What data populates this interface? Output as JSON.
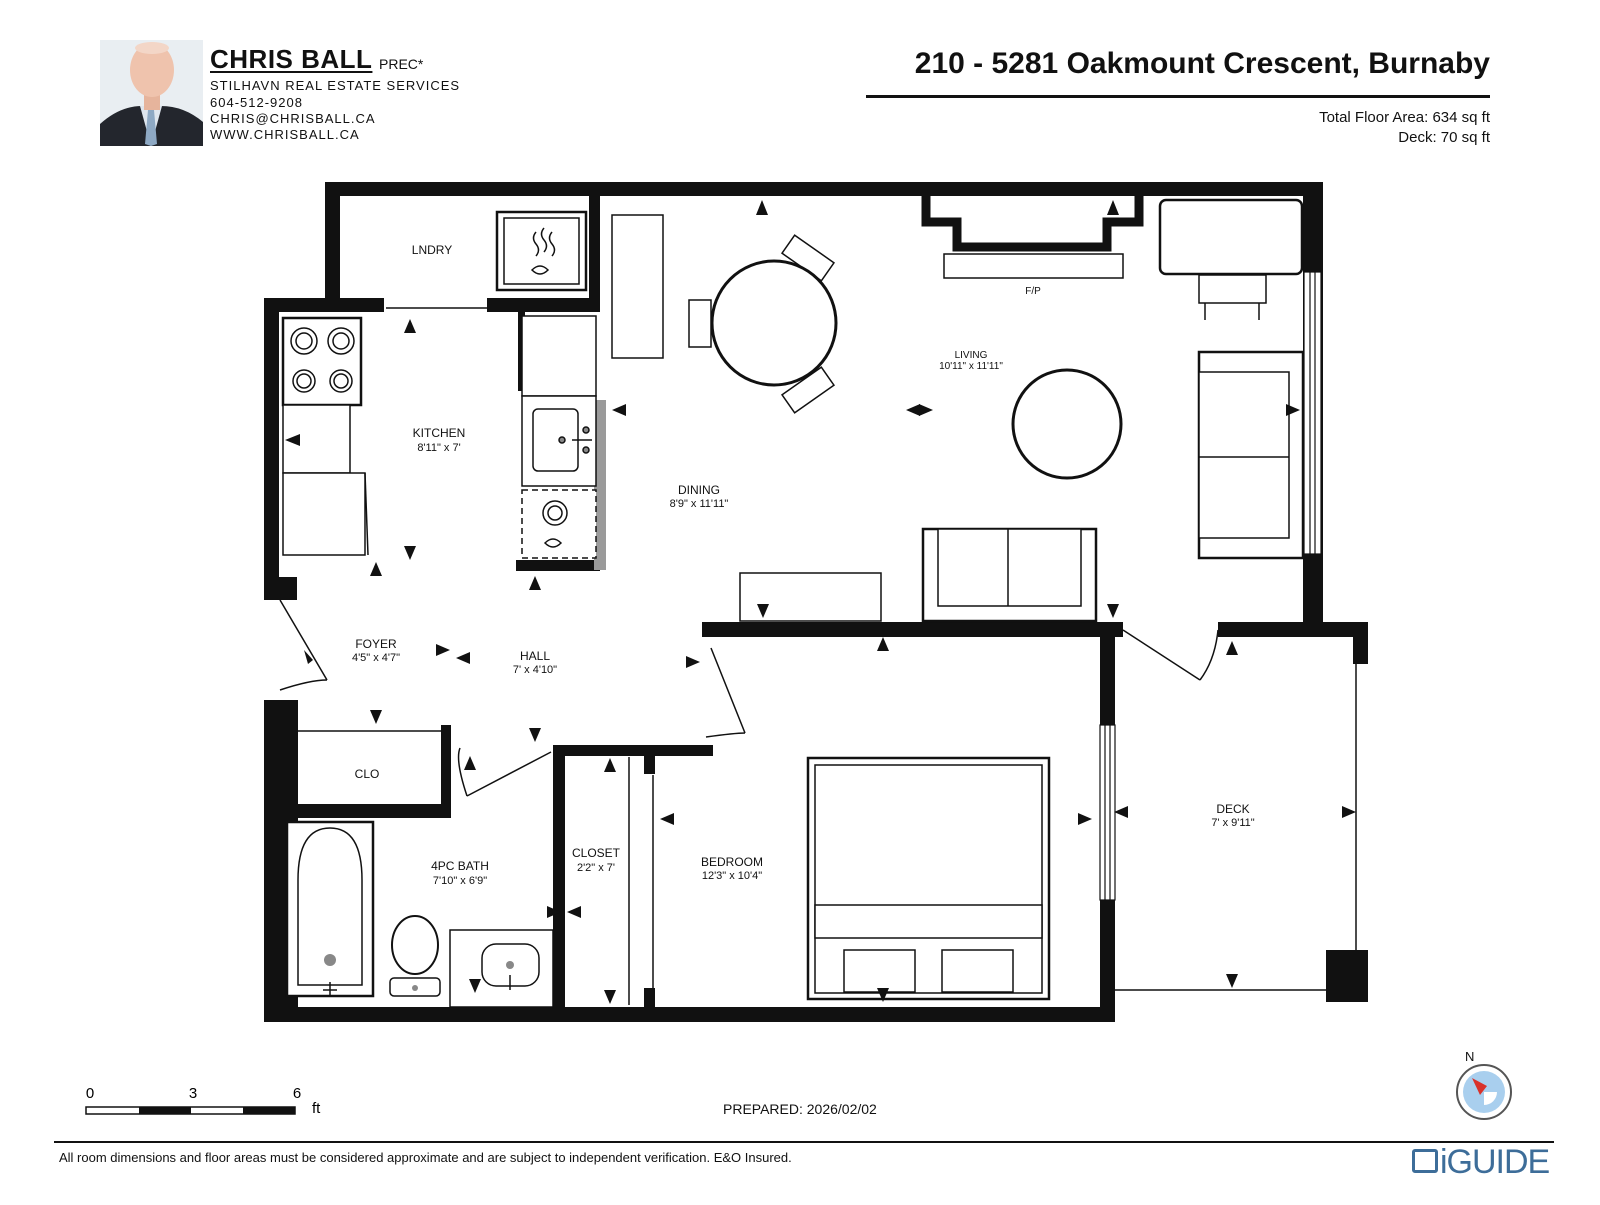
{
  "agent": {
    "name": "CHRIS BALL",
    "designation": "PREC*",
    "brokerage": "STILHAVN REAL ESTATE SERVICES",
    "phone": "604-512-9208",
    "email": "CHRIS@CHRISBALL.CA",
    "website": "WWW.CHRISBALL.CA"
  },
  "listing": {
    "address": "210 - 5281 Oakmount Crescent, Burnaby",
    "total_floor_area": "Total Floor Area: 634 sq ft",
    "deck_area": "Deck: 70 sq ft"
  },
  "rooms": {
    "laundry": {
      "name": "LNDRY"
    },
    "kitchen": {
      "name": "KITCHEN",
      "dims": "8'11\" x 7'"
    },
    "living": {
      "name": "LIVING",
      "dims": "10'11\" x 11'11\""
    },
    "fireplace": {
      "name": "F/P"
    },
    "dining": {
      "name": "DINING",
      "dims": "8'9\" x 11'11\""
    },
    "foyer": {
      "name": "FOYER",
      "dims": "4'5\" x 4'7\""
    },
    "hall": {
      "name": "HALL",
      "dims": "7' x 4'10\""
    },
    "clo": {
      "name": "CLO"
    },
    "bath": {
      "name": "4PC BATH",
      "dims": "7'10\" x 6'9\""
    },
    "closet": {
      "name": "CLOSET",
      "dims": "2'2\" x 7'"
    },
    "bedroom": {
      "name": "BEDROOM",
      "dims": "12'3\" x 10'4\""
    },
    "deck": {
      "name": "DECK",
      "dims": "7' x 9'11\""
    }
  },
  "scale": {
    "marks": [
      "0",
      "3",
      "6"
    ],
    "unit": "ft"
  },
  "compass": {
    "label": "N"
  },
  "prepared": "PREPARED: 2026/02/02",
  "disclaimer": "All room dimensions and floor areas must be considered approximate and are subject to independent verification. E&O Insured.",
  "brand": "iGUIDE",
  "colors": {
    "wall": "#111111",
    "brand": "#3d6d99",
    "compass_red": "#d9322b",
    "compass_blue": "#a9cfee"
  }
}
